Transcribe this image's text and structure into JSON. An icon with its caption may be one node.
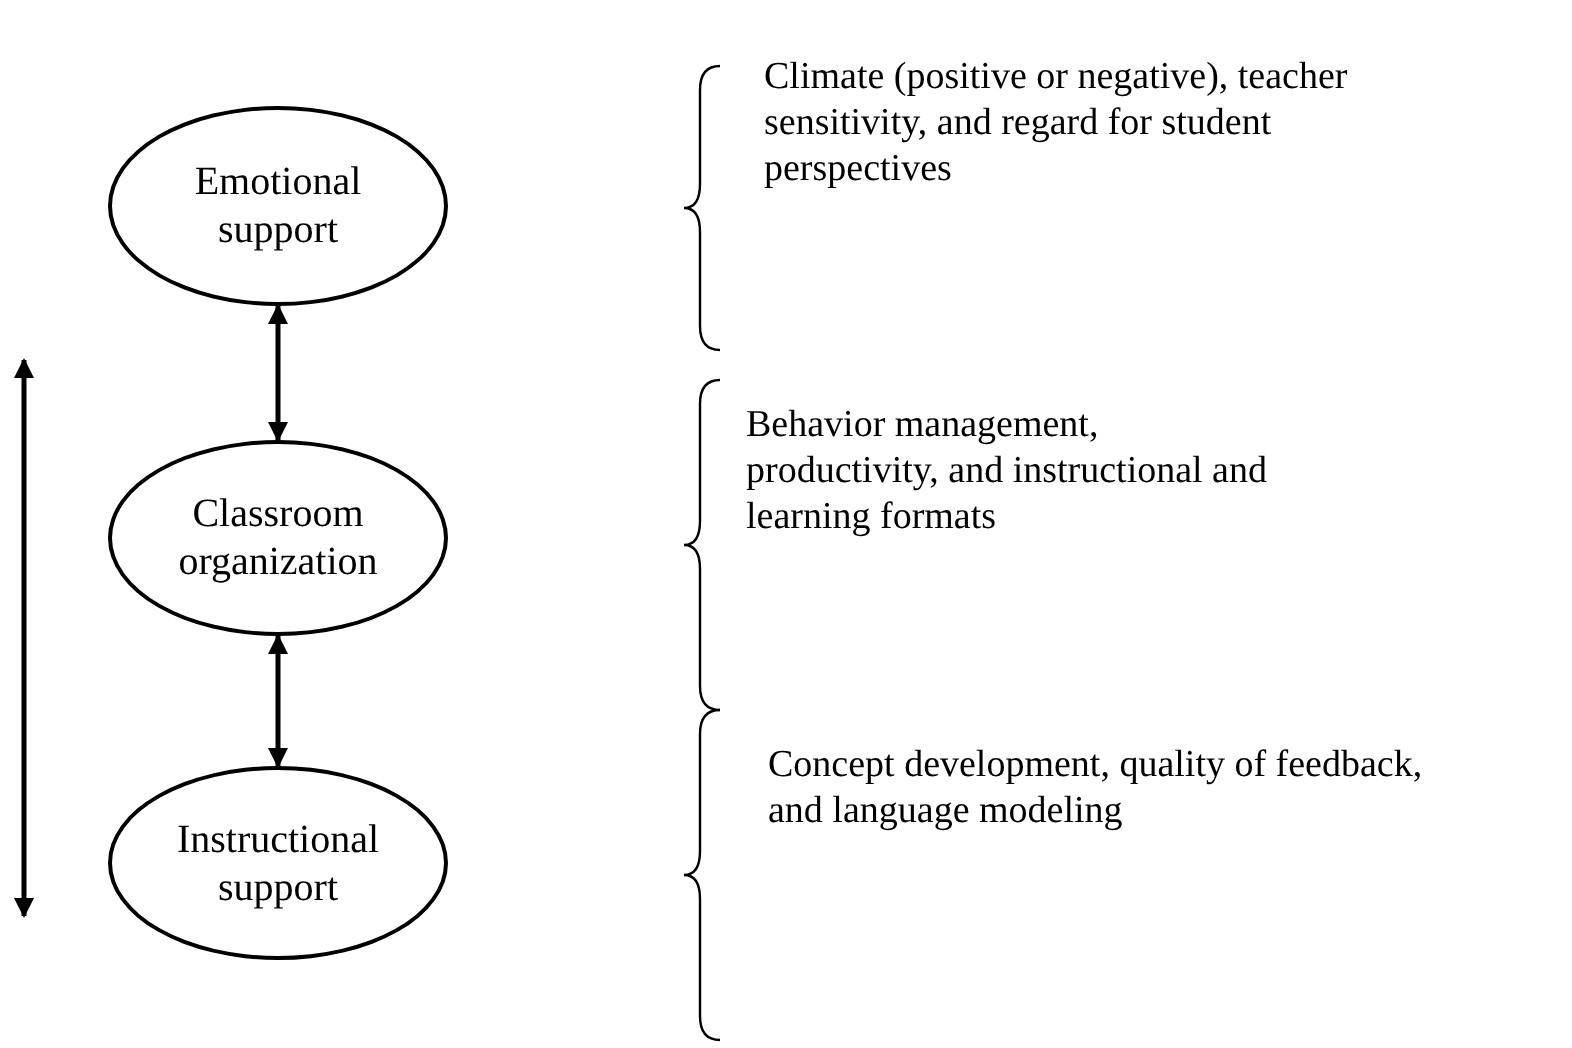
{
  "diagram": {
    "nodes": [
      {
        "text": [
          "Emotional support"
        ]
      },
      {
        "text": [
          "Classroom organization"
        ]
      },
      {
        "text": [
          "Instructional support"
        ]
      }
    ],
    "edges": [
      {
        "from": 0,
        "to": 1,
        "arrow": "both"
      },
      {
        "from": 1,
        "to": 2,
        "arrow": "both"
      },
      {
        "from": 0,
        "to": 2,
        "arrow": "both"
      }
    ],
    "labels": [
      "Climate (positive or negative), teacher sensitivity, and regard for student perspectives",
      "Behavior management, productivity, and instructional and learning formats",
      "Concept development, quality of feedback, and language modeling"
    ]
  }
}
